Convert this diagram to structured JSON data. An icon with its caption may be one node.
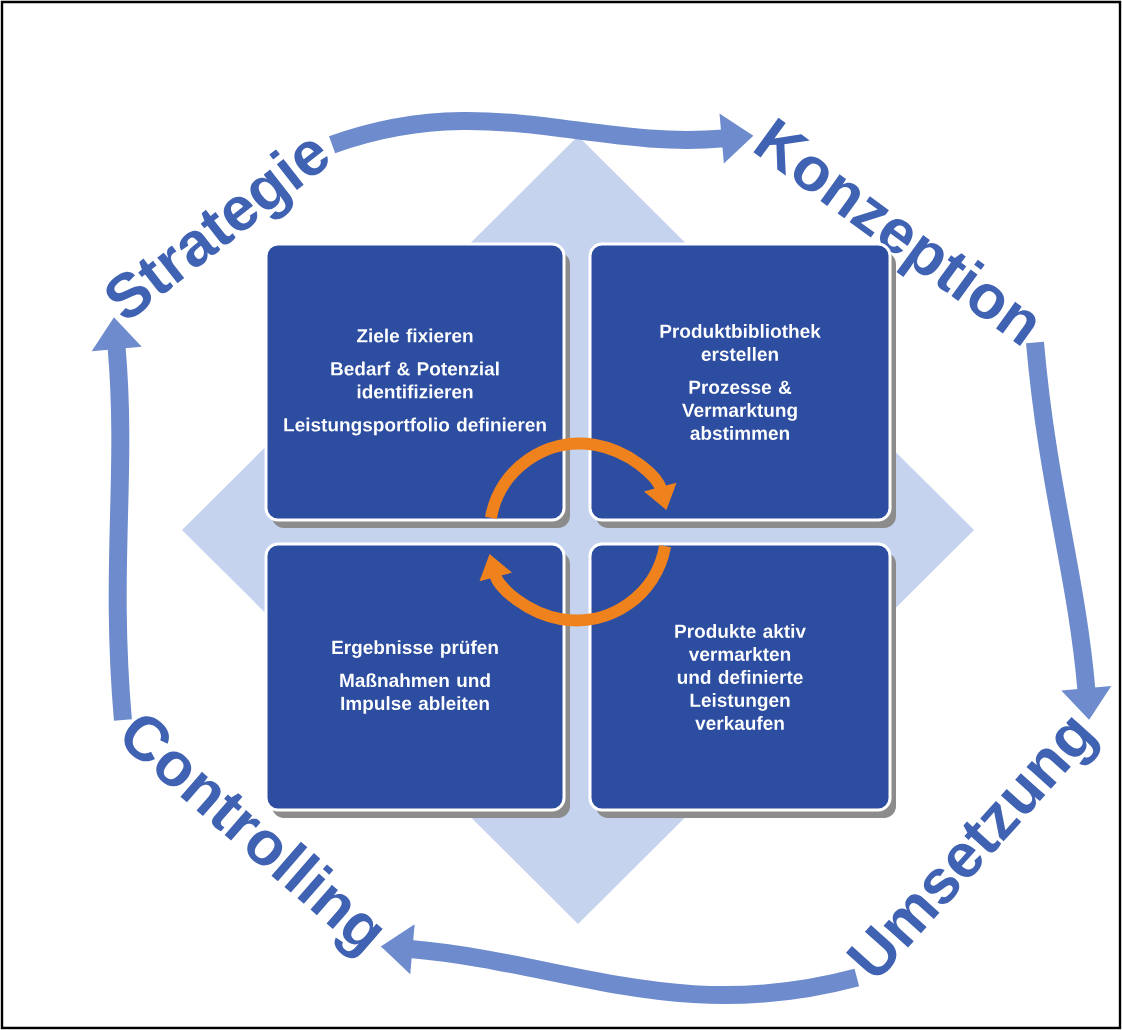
{
  "diagram": {
    "nodes": [
      {
        "text": [
          "Strategie"
        ]
      },
      {
        "text": [
          "Konzeption"
        ]
      },
      {
        "text": [
          "Umsetzung"
        ]
      },
      {
        "text": [
          "Controlling"
        ]
      },
      {
        "text": [
          "Ziele fixieren",
          "Bedarf & Potenzial identifizieren",
          "Leistungsportfolio definieren"
        ]
      },
      {
        "text": [
          "Produktbibliothek erstellen",
          "Prozesse & Vermarktung abstimmen"
        ]
      },
      {
        "text": [
          "Ergebnisse prüfen",
          "Maßnahmen und Impulse ableiten"
        ]
      },
      {
        "text": [
          "Produkte aktiv vermarkten und definierte Leistungen verkaufen"
        ]
      }
    ],
    "edges": [
      {
        "from": 0,
        "to": 1,
        "arrow": "to"
      },
      {
        "from": 1,
        "to": 2,
        "arrow": "to"
      },
      {
        "from": 2,
        "to": 3,
        "arrow": "to"
      },
      {
        "from": 3,
        "to": 0,
        "arrow": "to"
      },
      {
        "from": 4,
        "to": 5,
        "arrow": "to",
        "color": "#f0821e"
      },
      {
        "from": 7,
        "to": 6,
        "arrow": "to",
        "color": "#f0821e"
      }
    ]
  }
}
